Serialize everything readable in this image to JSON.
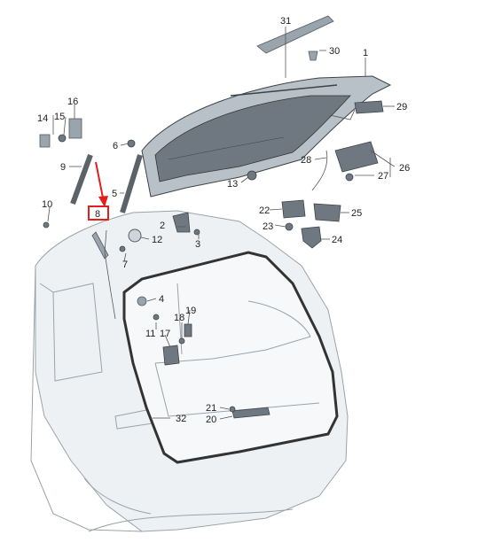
{
  "labels": {
    "p1": "1",
    "p2": "2",
    "p3": "3",
    "p4": "4",
    "p5": "5",
    "p6": "6",
    "p7": "7",
    "p8": "8",
    "p9": "9",
    "p10": "10",
    "p11": "11",
    "p12": "12",
    "p13": "13",
    "p14": "14",
    "p15": "15",
    "p16": "16",
    "p17": "17",
    "p18": "18",
    "p19": "19",
    "p20": "20",
    "p21": "21",
    "p22": "22",
    "p23": "23",
    "p24": "24",
    "p25": "25",
    "p26": "26",
    "p27": "27",
    "p28": "28",
    "p29": "29",
    "p30": "30",
    "p31": "31",
    "p32": "32"
  },
  "colors": {
    "highlight": "#e0201c",
    "body_fill": "#eef1f3",
    "part_fill": "#9aa4ac",
    "leader": "#555555"
  }
}
